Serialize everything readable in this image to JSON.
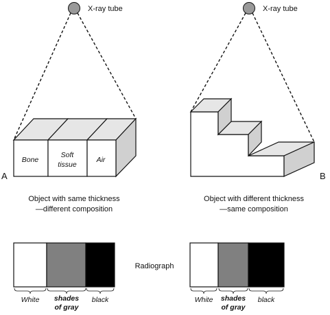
{
  "diagram": {
    "panel_a": {
      "letter": "A",
      "tube_label": "X-ray tube",
      "cube_segments": [
        {
          "line1": "Bone",
          "line2": ""
        },
        {
          "line1": "Soft",
          "line2": "tissue"
        },
        {
          "line1": "Air",
          "line2": ""
        }
      ],
      "caption_line1": "Object with same thickness",
      "caption_line2": "—different composition"
    },
    "panel_b": {
      "letter": "B",
      "tube_label": "X-ray tube",
      "caption_line1": "Object with different thickness",
      "caption_line2": "—same composition"
    },
    "radiograph_label": "Radiograph",
    "strip_a": [
      {
        "label": "White",
        "label2": "",
        "color": "#ffffff",
        "bold": false
      },
      {
        "label": "shades",
        "label2": "of gray",
        "color": "#808080",
        "bold": true
      },
      {
        "label": "black",
        "label2": "",
        "color": "#000000",
        "bold": false
      }
    ],
    "strip_b": [
      {
        "label": "White",
        "label2": "",
        "color": "#ffffff",
        "bold": false
      },
      {
        "label": "shades",
        "label2": "of gray",
        "color": "#808080",
        "bold": true
      },
      {
        "label": "black",
        "label2": "",
        "color": "#000000",
        "bold": false
      }
    ],
    "colors": {
      "tube": "#999999",
      "top_face": "#e6e6e6",
      "side_face": "#d0d0d0",
      "line": "#111111"
    }
  }
}
